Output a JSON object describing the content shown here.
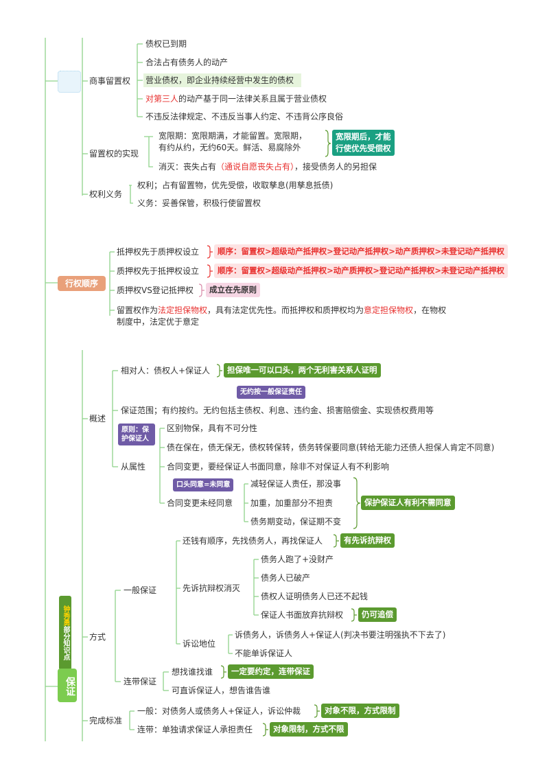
{
  "colors": {
    "line": "#8fd38a",
    "green_tag": "#5b9a2f",
    "teal_tag": "#1aa082",
    "red_text": "#e8312f",
    "purple_tag": "#6f5ba6",
    "orange_node": "#e9a07a",
    "green_node": "#7ccc4f"
  },
  "lien": {
    "commercial": {
      "label": "商事留置权",
      "items": [
        "债权已到期",
        "合法占有债务人的动产",
        "营业债权，即企业持续经营中发生的债权",
        "对第三人的动产基于同一法律关系且属于营业债权",
        "不违反法律规定、不违反当事人约定、不违背公序良俗"
      ],
      "item4_red": "对第三人",
      "item4_rest": "的动产基于同一法律关系且属于营业债权"
    },
    "realization": {
      "label": "留置权的实现",
      "grace_line1": "宽限期：宽限期满，才能留置。宽限期，",
      "grace_line2": "有约从约，无约60天。鲜活、易腐除外",
      "grace_tag_line1": "宽限期后，才能",
      "grace_tag_line2": "行使优先受偿权",
      "extinct_a": "消灭：丧失占有",
      "extinct_red": "（通说自愿丧失占有）",
      "extinct_b": "，接受债务人的另担保"
    },
    "rights": {
      "label": "权利义务",
      "right": "权利；占有留置物，优先受偿，收取孳息(用孳息抵债)",
      "duty": "义务：妥善保管，积极行使留置权"
    }
  },
  "priority": {
    "label": "行权顺序",
    "row1": "抵押权先于质押权设立",
    "row1_tag": "顺序：留置权>超级动产抵押权>登记动产抵押权>动产质押权>未登记动产抵押权",
    "row2": "质押权先于抵押权设立",
    "row2_tag": "顺序：留置权>超级动产抵押权>动产质押权>登记动产抵押权>未登记动产抵押权",
    "row3": "质押权VS登记抵押权",
    "row3_tag": "成立在先原则",
    "row4_a": "留置权作为",
    "row4_red1": "法定担保物权",
    "row4_b": "，具有法定优先性。而抵押权和质押权均为",
    "row4_red2": "意定担保物权",
    "row4_c": "，在物权",
    "row4_line2": "制度中，法定优于意定"
  },
  "guarantee": {
    "label": "保证",
    "side_label_red": "钟秀勇",
    "side_label_rest": "部分知识点",
    "overview": {
      "label": "概述",
      "counterparty": "相对人：债权人+保证人",
      "counterparty_tag": "担保唯一可以口头，两个无利害关系人证明",
      "scope_note": "无约按一般保证责任",
      "scope": "保证范围；有约按约。无约包括主债权、利息、违约金、损害赔偿金、实现债权费用等",
      "accessory": {
        "label": "从属性",
        "note": "原则：保护保证人",
        "items": [
          "区别物保，具有不可分性",
          "债在保在，债无保无，债权转保转，债务转保要同意(转给无能力还债人担保人肯定不同意)",
          "合同变更，要经保证人书面同意，除非不对保证人有不利影响"
        ],
        "unconsented": {
          "label": "合同变更未经同意",
          "note": "口头同意=未同意",
          "items": [
            "减轻保证人责任，那没事",
            "加重，加重部分不担责",
            "债务期变动，保证期不变"
          ],
          "tag": "保护保证人有利不需同意"
        }
      }
    },
    "mode": {
      "label": "方式",
      "general": {
        "label": "一般保证",
        "order": "还钱有顺序，先找债务人，再找保证人",
        "order_tag": "有先诉抗辩权",
        "extinguish": {
          "label": "先诉抗辩权消灭",
          "items": [
            "债务人跑了+没财产",
            "债务人已破产",
            "债权人证明债务人已还不起钱",
            "保证人书面放弃抗辩权"
          ],
          "tag": "仍可追偿"
        },
        "litigation": {
          "label": "诉讼地位",
          "items": [
            "诉债务人，诉债务人+保证人(判决书要注明强执不下去了)",
            "不能单诉保证人"
          ]
        }
      },
      "joint": {
        "label": "连带保证",
        "items": [
          "想找谁找谁",
          "可直诉保证人，想告谁告谁"
        ],
        "tag": "一定要约定，连带保证"
      }
    },
    "completion": {
      "label": "完成标准",
      "general": "一般：对债务人或债务人+保证人，诉讼仲裁",
      "general_tag": "对象不限，方式限制",
      "joint": "连带：单独请求保证人承担责任",
      "joint_tag": "对象限制，方式不限"
    }
  }
}
